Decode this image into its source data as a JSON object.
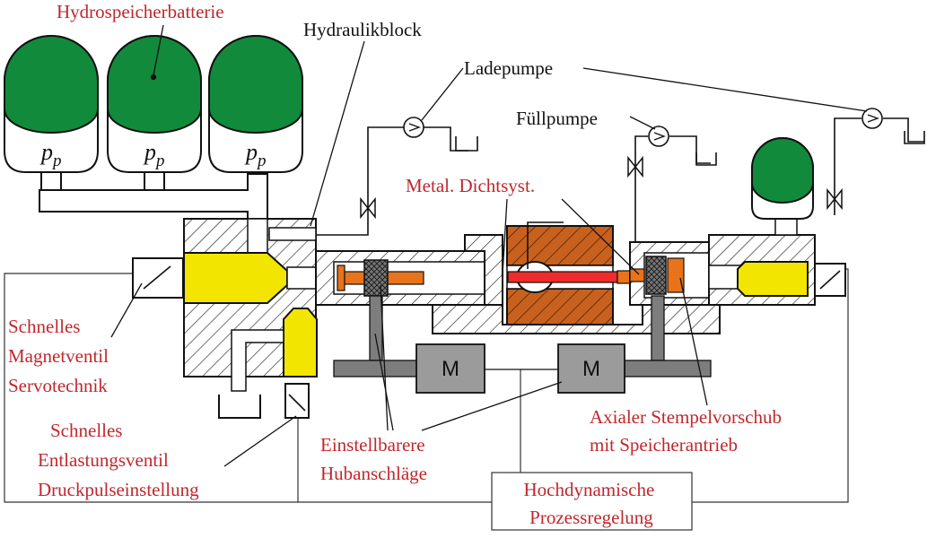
{
  "labels": {
    "accumulator_battery": "Hydrospeicherbatterie",
    "hydraulic_block": "Hydraulikblock",
    "charge_pump": "Ladepumpe",
    "fill_pump": "Füllpumpe",
    "metal_seal": "Metal. Dichtsyst.",
    "fast_solenoid_valve": [
      "Schnelles",
      "Magnetventil",
      "Servotechnik"
    ],
    "fast_relief_valve": [
      "Schnelles",
      "Entlastungsventil",
      "Druckpulseinstellung"
    ],
    "adjustable_stops": [
      "Einstellbarere",
      "Hubanschläge"
    ],
    "axial_feed": [
      "Axialer Stempelvorschub",
      "mit Speicherantrieb"
    ],
    "process_control": [
      "Hochdynamische",
      "Prozessregelung"
    ]
  },
  "accumulators": [
    {
      "symbol": "p",
      "subscript": "p"
    },
    {
      "symbol": "p",
      "subscript": "p"
    },
    {
      "symbol": "p",
      "subscript": "p"
    }
  ],
  "motors": [
    {
      "label": "M"
    },
    {
      "label": "M"
    }
  ],
  "colors": {
    "accumulator_green": "#118a3c",
    "valve_yellow": "#f2e500",
    "piston_orange": "#e8731a",
    "die_brown": "#c8611e",
    "workpiece_red": "#ef2b2b",
    "motor_gray": "#9b9b9b",
    "rod_gray": "#7d7d7d",
    "label_red": "#c0272d",
    "line_black": "#111111"
  }
}
